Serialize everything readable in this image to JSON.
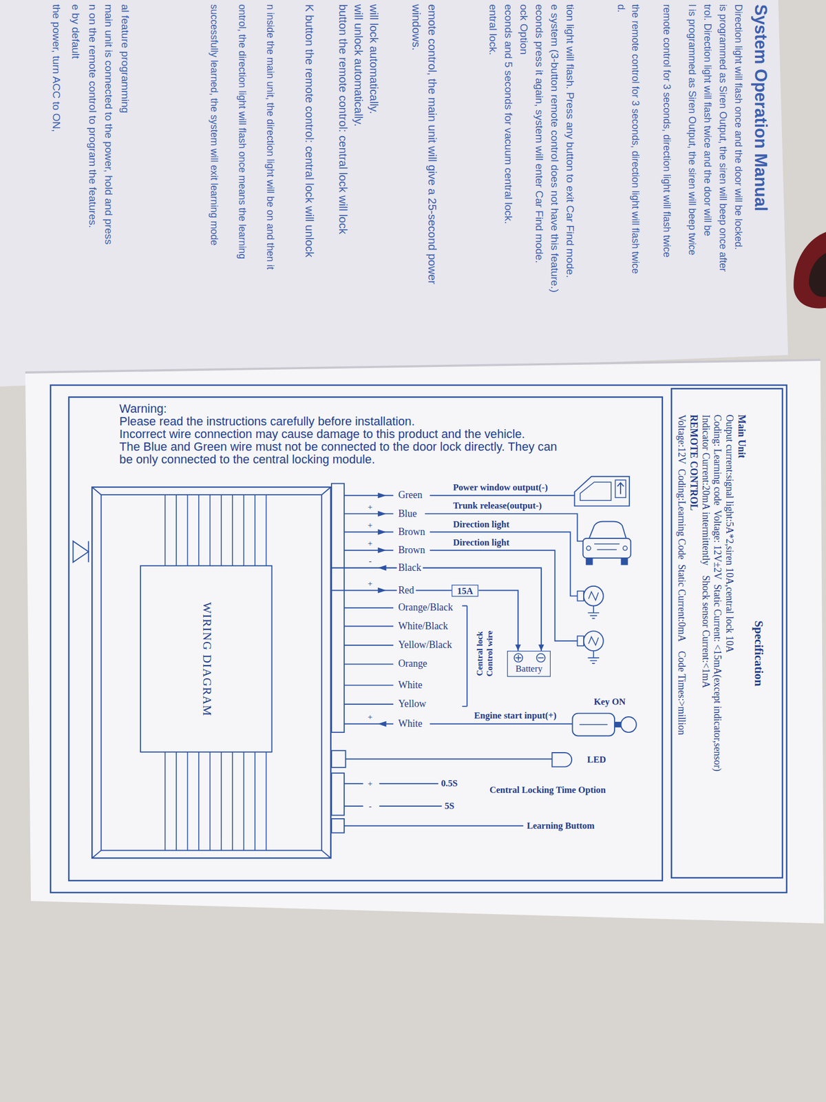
{
  "diagram": {
    "nodes": [
      {
        "text": [
          "Specification",
          "Main Unit",
          "Output current:signal light:5A*2,siren 10A,central lock 10A",
          "Coding: Learning code  Voltage: 12V±2V  Static Current: <15mA(except indicator,sensor)",
          "Indicator Current:20mA intermittently    Shock sensor Current:<1mA",
          "REMOTE CONTROL",
          "Voltage:12V  Coding:Learning Code  Static Current:0mA    Code Times:>million"
        ]
      },
      {
        "text": [
          "WIRING DIAGRAM"
        ]
      },
      {
        "text": [
          "15A"
        ]
      },
      {
        "text": [
          "Battery"
        ]
      }
    ],
    "edges": [
      {
        "from": 1,
        "to": 2,
        "label": "Red",
        "arrow": "none"
      },
      {
        "from": 2,
        "to": 3,
        "arrow": "to"
      },
      {
        "from": 1,
        "to": 3,
        "label": "Black",
        "arrow": "to"
      }
    ],
    "labels": [
      "System Operation Manual",
      "Direction light will flash once and the door will be locked.",
      "is programmed as Siren Output, the siren will beep once after",
      "trol. Direction light will flash twice and the door will be",
      "l is programmed as Siren Output, the siren will beep twice",
      "remote control for 3 seconds, direction light will flash twice",
      "the remote control for 3 seconds, direction light will flash twice",
      "d.",
      "tion light will flash. Press any button to exit Car Find mode.",
      "e system (3-button remote control does not have this feature.)",
      "econds press it again, system will enter Car Find mode.",
      "ock Option",
      "econds and 5 seconds for vacuum central lock.",
      "entral lock.",
      "emote control, the main unit will give a 25-second power",
      "windows.",
      "will lock automatically.",
      "will unlock automatically.",
      "button the remote control: central lock will lock",
      "K button the remote control: central lock will unlock",
      "n inside the main unit, the direction light will be on and then it",
      "ontrol, the direction light will flash once means the learning",
      "successfully learned, the system will exit learning mode",
      "al feature programming",
      "main unit is connected to the power, hold and press",
      "n on the remote control to program the features.",
      "e by default",
      "the power, turn ACC to ON,",
      "Warning:",
      "Please read the instructions carefully before installation.",
      "Incorrect wire connection may cause damage to this product and the vehicle.",
      "The Blue and Green wire must not be connected to the door lock directly. They can be only connected to the central locking module.",
      "Green",
      "Blue",
      "Brown",
      "Brown",
      "Orange/Black",
      "White/Black",
      "Yellow/Black",
      "Orange",
      "White",
      "Yellow",
      "White",
      "+",
      "+",
      "+",
      "-",
      "+",
      "+",
      "+",
      "-",
      "Power window output(-)",
      "Trunk release(output-)",
      "Direction light",
      "Direction light",
      "Central lock Control wire",
      "Engine start input(+)",
      "Key ON",
      "LED",
      "0.5S",
      "5S",
      "Central Locking Time Option",
      "Learning Buttom"
    ]
  }
}
